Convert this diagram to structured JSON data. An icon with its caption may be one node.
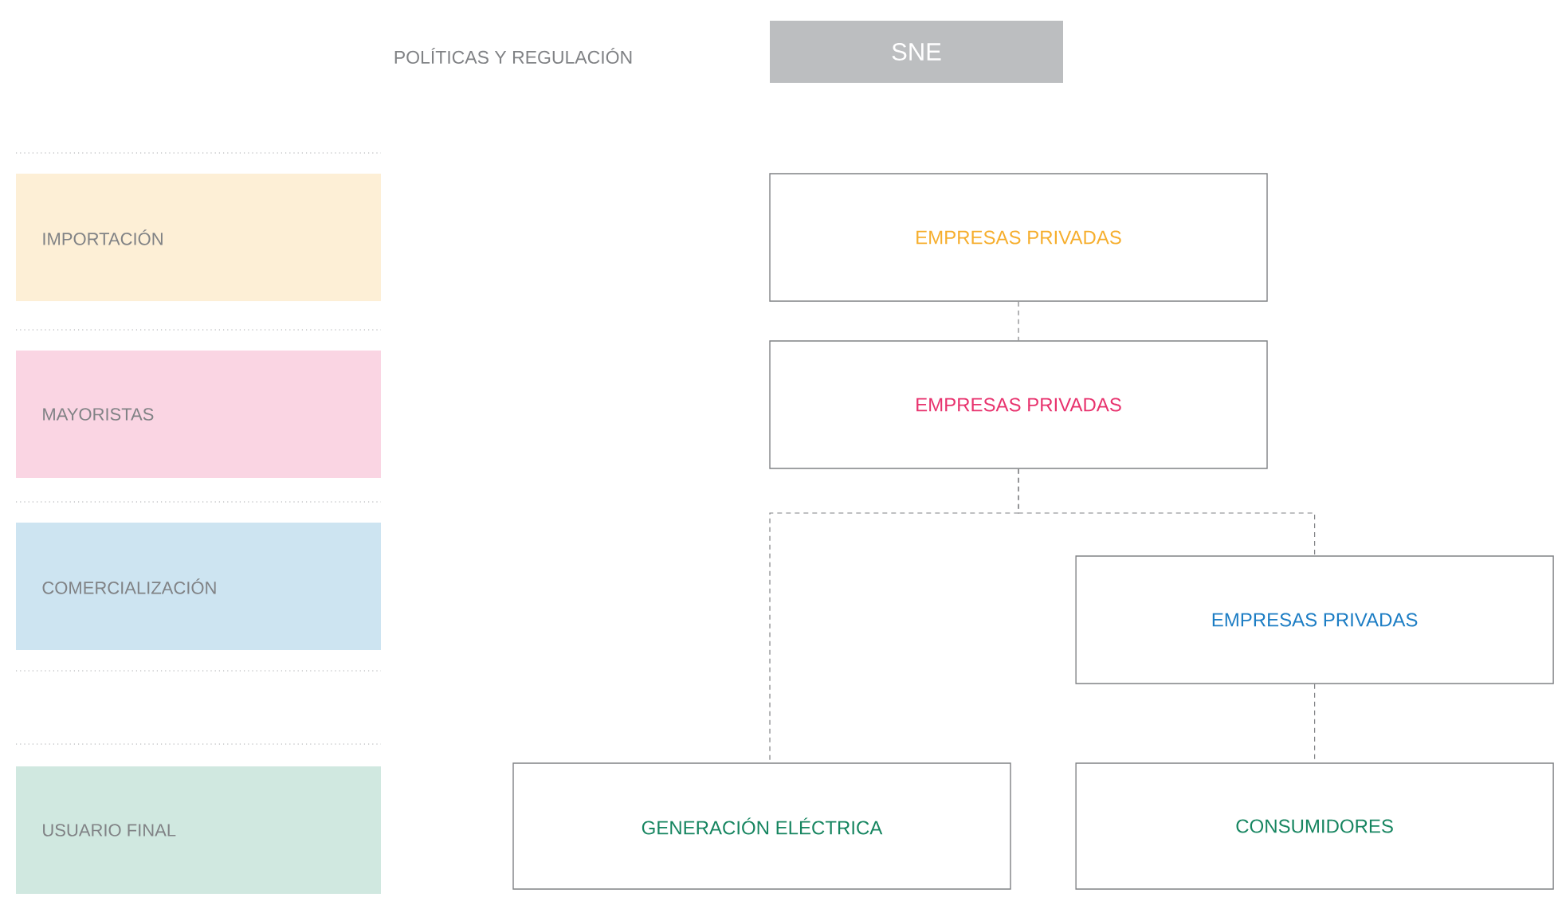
{
  "diagram": {
    "nodes": [
      {
        "text": [
          "SNE"
        ]
      },
      {
        "text": [
          "IMPORTACIÓN"
        ]
      },
      {
        "text": [
          "EMPRESAS PRIVADAS"
        ]
      },
      {
        "text": [
          "MAYORISTAS"
        ]
      },
      {
        "text": [
          "EMPRESAS PRIVADAS"
        ]
      },
      {
        "text": [
          "COMERCIALIZACIÓN"
        ]
      },
      {
        "text": [
          "EMPRESAS PRIVADAS"
        ]
      },
      {
        "text": [
          "USUARIO FINAL"
        ]
      },
      {
        "text": [
          "GENERACIÓN ELÉCTRICA"
        ]
      },
      {
        "text": [
          "CONSUMIDORES"
        ]
      }
    ],
    "edges": [
      {
        "from": 2,
        "to": 4,
        "arrow": "none",
        "style": "dashed"
      },
      {
        "from": 4,
        "to": 8,
        "arrow": "none",
        "style": "dashed"
      },
      {
        "from": 4,
        "to": 6,
        "arrow": "none",
        "style": "dashed"
      },
      {
        "from": 6,
        "to": 9,
        "arrow": "none",
        "style": "dashed"
      }
    ],
    "labels": [
      "POLÍTICAS Y REGULACIÓN"
    ]
  }
}
